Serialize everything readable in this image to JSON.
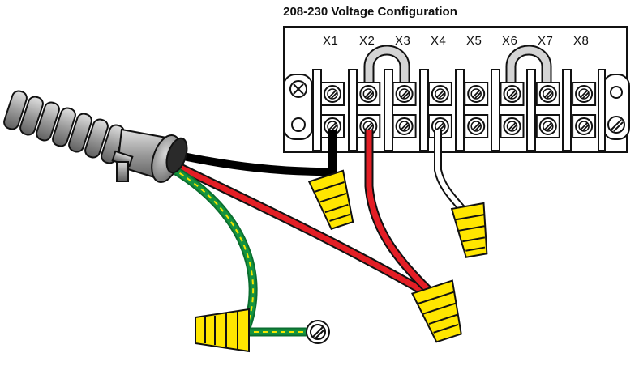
{
  "title": "208-230 Voltage Configuration",
  "terminals": [
    "X1",
    "X2",
    "X3",
    "X4",
    "X5",
    "X6",
    "X7",
    "X8"
  ],
  "jumpers": [
    [
      "X2",
      "X3"
    ],
    [
      "X6",
      "X7"
    ]
  ],
  "connections": [
    {
      "wire": "black",
      "to": "X1",
      "color": "#000000"
    },
    {
      "wire": "red",
      "to": "X2",
      "color": "#e31e25"
    },
    {
      "wire": "white",
      "to": "X4",
      "color": "#ffffff"
    },
    {
      "wire": "green-yellow",
      "to": "ground",
      "color": "#0f8a3c"
    }
  ],
  "colors": {
    "wire_nut": "#ffe600",
    "conduit": "#999999",
    "stripe": "#f5e400"
  }
}
